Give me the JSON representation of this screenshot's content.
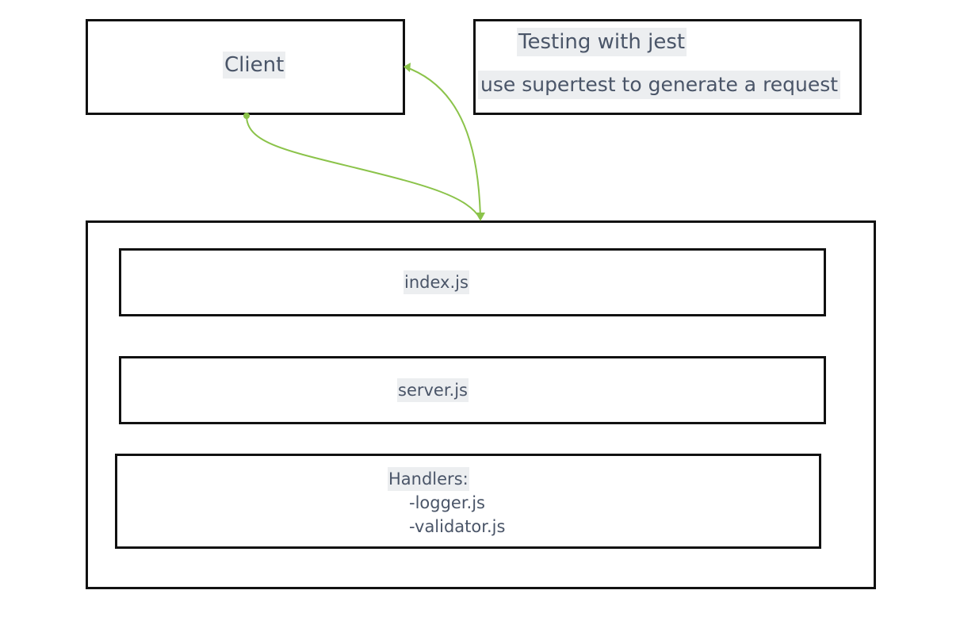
{
  "colors": {
    "connector": "#8bc34a",
    "border": "#111111",
    "text": "#4a5568",
    "text_highlight": "#eceef0"
  },
  "client": {
    "label": "Client"
  },
  "note": {
    "line1": "Testing with jest",
    "line2": "use supertest to generate a request"
  },
  "server": {
    "index_label": "index.js",
    "server_label": "server.js",
    "handlers_title": "Handlers:",
    "handler_items": [
      "-logger.js",
      "-validator.js"
    ]
  }
}
